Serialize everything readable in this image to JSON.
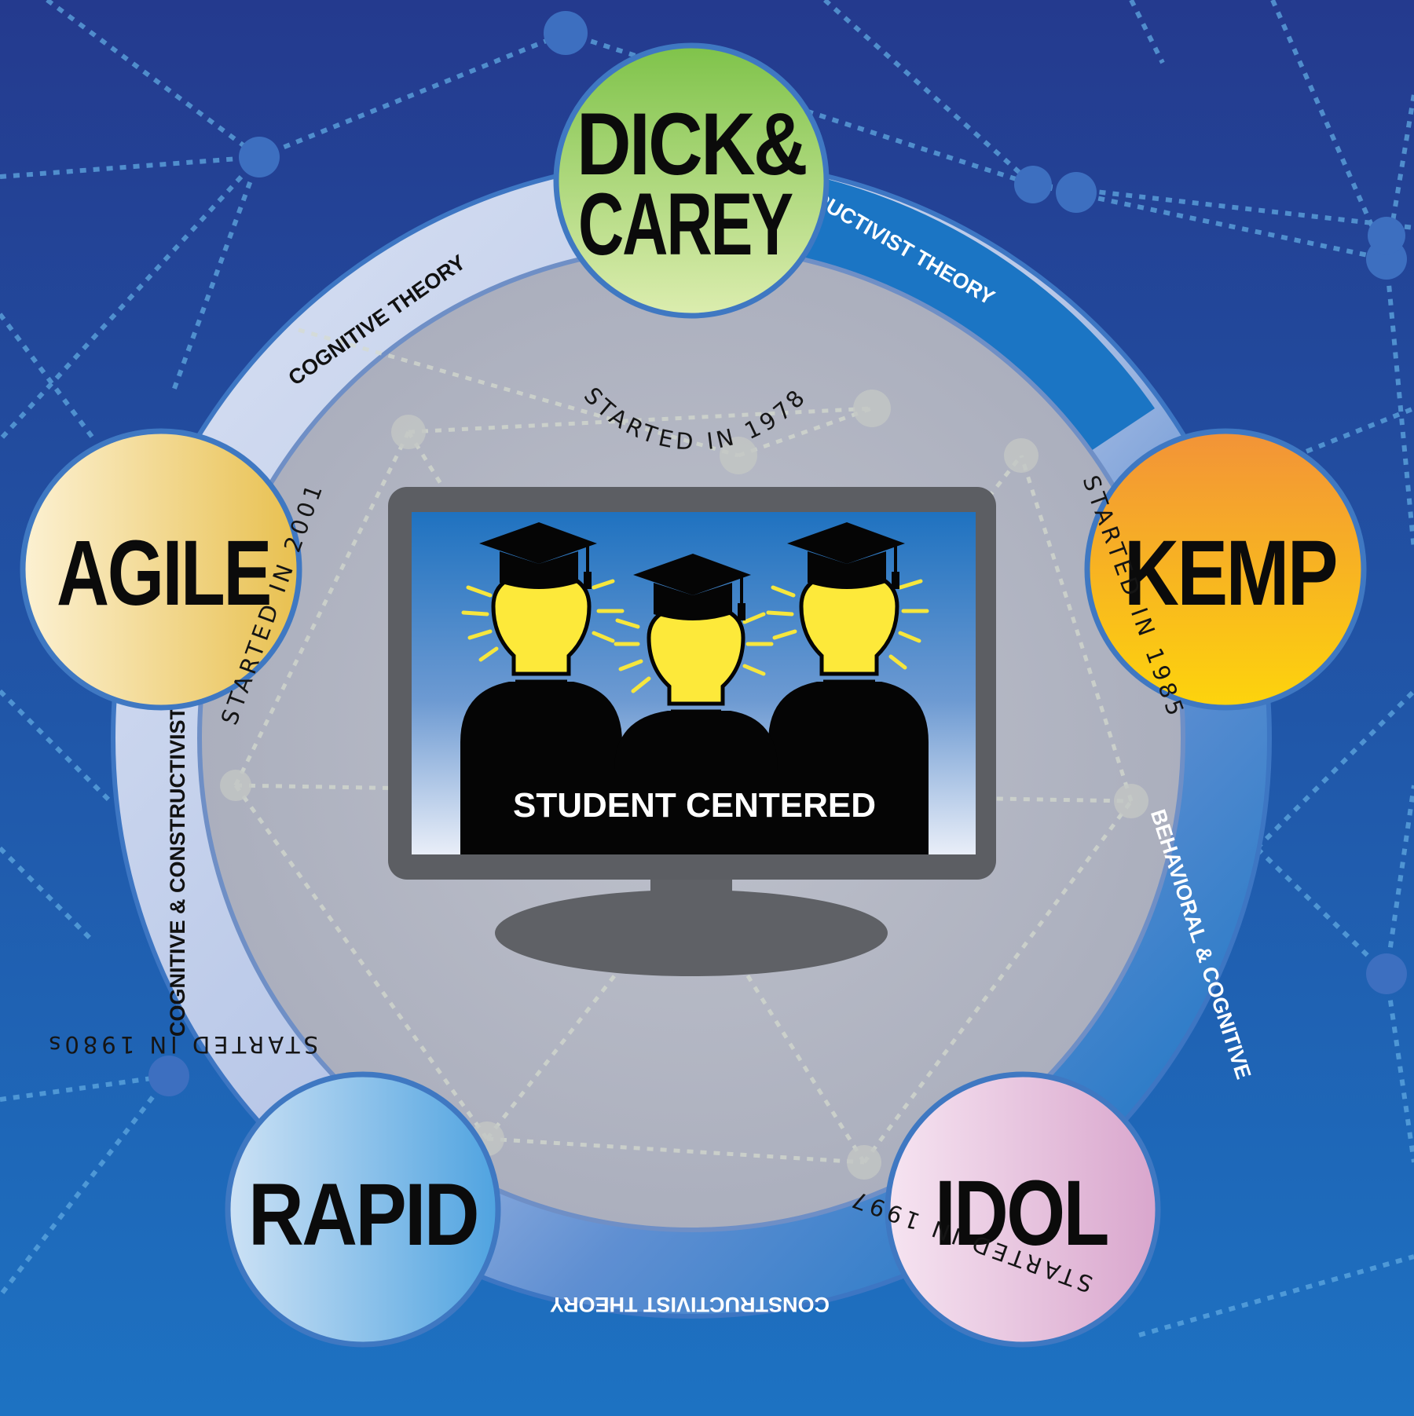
{
  "colors": {
    "background_top": "#243a8e",
    "background_bottom": "#1d6fc0",
    "ring_dark": "#1b75c4",
    "ring_light": "#c9d5ec",
    "disc": "#b2b5c2",
    "monitor": "#6b6d72",
    "bulb": "#fde93a"
  },
  "center": {
    "label": "STUDENT CENTERED"
  },
  "models": [
    {
      "id": "dick-carey",
      "line1": "DICK&",
      "line2": "CAREY",
      "started": "STARTED IN 1978",
      "color_from": "#d8ecaa",
      "color_to": "#7fc34a"
    },
    {
      "id": "kemp",
      "line1": "KEMP",
      "started": "STARTED IN 1985",
      "color_from": "#f5a33c",
      "color_to": "#fcd10e"
    },
    {
      "id": "idol",
      "line1": "IDOL",
      "started": "STARTED IN 1997",
      "color_from": "#f6e3f0",
      "color_to": "#dba8cf"
    },
    {
      "id": "rapid",
      "line1": "RAPID",
      "started": "STARTED IN 1980s",
      "color_from": "#c4dcf3",
      "color_to": "#56a8e2"
    },
    {
      "id": "agile",
      "line1": "AGILE",
      "started": "STARTED IN 2001",
      "color_from": "#fbeecb",
      "color_to": "#e9c457"
    }
  ],
  "theories": [
    {
      "id": "dick-kemp",
      "label": "CONSTRUCTIVIST THEORY"
    },
    {
      "id": "kemp-idol",
      "label": "BEHAVIORAL & COGNITIVE"
    },
    {
      "id": "idol-rapid",
      "label": "CONSTRUCTIVIST THEORY"
    },
    {
      "id": "rapid-agile",
      "label": "COGNITIVE & CONSTRUCTIVIST"
    },
    {
      "id": "agile-dick",
      "label": "COGNITIVE THEORY"
    }
  ]
}
